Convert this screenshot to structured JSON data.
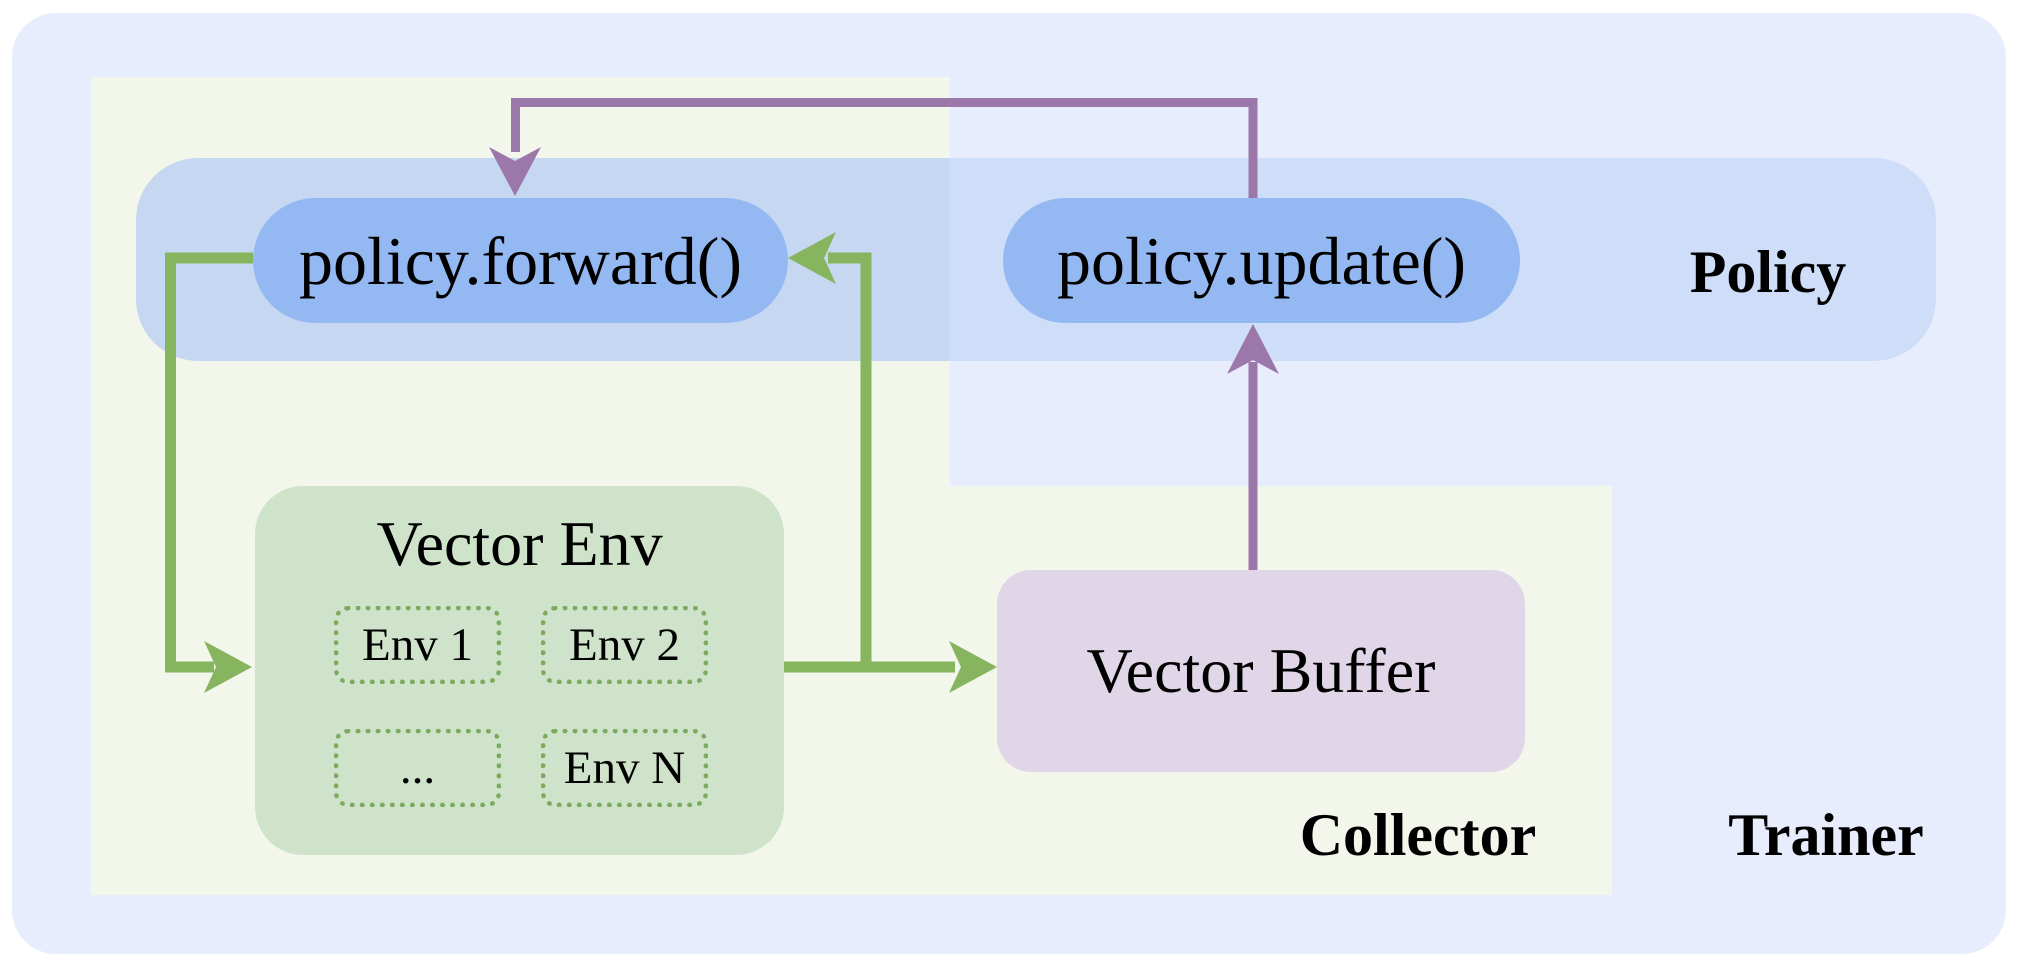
{
  "diagram": {
    "regions": {
      "trainer": {
        "label": "Trainer"
      },
      "collector": {
        "label": "Collector"
      },
      "policy": {
        "label": "Policy"
      }
    },
    "nodes": {
      "policy_forward": {
        "label": "policy.forward()"
      },
      "policy_update": {
        "label": "policy.update()"
      },
      "vector_env": {
        "title": "Vector Env",
        "env_items": [
          "Env 1",
          "Env 2",
          "...",
          "Env N"
        ]
      },
      "vector_buffer": {
        "label": "Vector Buffer"
      }
    },
    "edges": [
      {
        "from": "policy_forward",
        "to": "vector_env",
        "color_role": "green"
      },
      {
        "from": "vector_env",
        "to": "policy_forward",
        "color_role": "green"
      },
      {
        "from": "vector_env",
        "to": "vector_buffer",
        "color_role": "green"
      },
      {
        "from": "vector_buffer",
        "to": "policy_update",
        "color_role": "purple"
      },
      {
        "from": "policy_update",
        "to": "policy_forward",
        "color_role": "purple"
      }
    ],
    "colors": {
      "trainer_bg": "#e7edfc",
      "collector_bg": "#f3f6ea",
      "policy_band_left": "#c5d7f1",
      "policy_band_right": "#cedef9",
      "pill_fill": "#94b8f2",
      "env_box_fill": "#cfe3cb",
      "env_dash_border": "#7cab60",
      "buffer_fill": "#e0d6e8",
      "arrow_green": "#86b45f",
      "arrow_purple": "#9c77a9",
      "label_text": "#000000"
    }
  }
}
